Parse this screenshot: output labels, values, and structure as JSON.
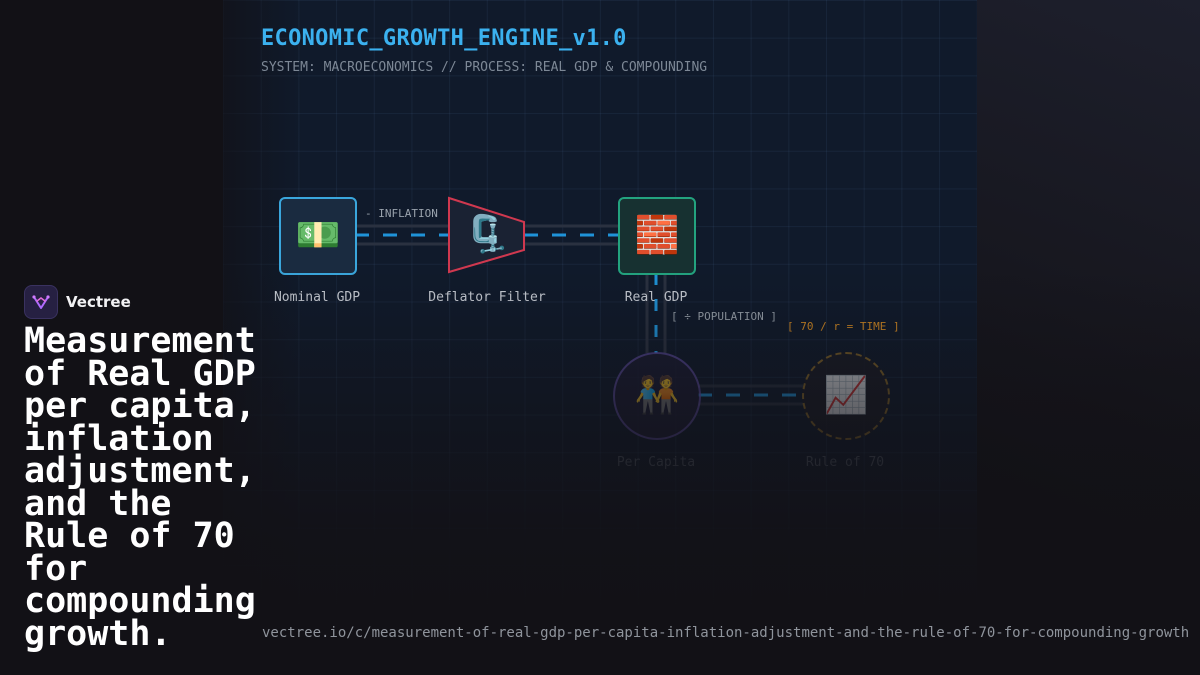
{
  "header": {
    "title": "ECONOMIC_GROWTH_ENGINE_v1.0",
    "subtitle": "SYSTEM: MACROECONOMICS // PROCESS: REAL GDP & COMPOUNDING"
  },
  "diagram": {
    "nodes": [
      {
        "id": "nominal",
        "label": "Nominal GDP",
        "icon": "money-icon",
        "glyph": "💵"
      },
      {
        "id": "deflator",
        "label": "Deflator Filter",
        "icon": "clamp-icon",
        "glyph": "🗜️"
      },
      {
        "id": "real",
        "label": "Real GDP",
        "icon": "bricks-icon",
        "glyph": "🧱"
      },
      {
        "id": "percap",
        "label": "Per Capita",
        "icon": "people-icon",
        "glyph": "🧑‍🤝‍🧑"
      },
      {
        "id": "rule70",
        "label": "Rule of 70",
        "icon": "chart-up-icon",
        "glyph": "📈"
      }
    ],
    "edges": [
      {
        "from": "nominal",
        "to": "deflator",
        "label": "- INFLATION"
      },
      {
        "from": "deflator",
        "to": "real",
        "label": ""
      },
      {
        "from": "real",
        "to": "percap",
        "label": "[ ÷ POPULATION ]"
      },
      {
        "from": "percap",
        "to": "rule70",
        "label": "[ 70 / r = TIME ]"
      }
    ]
  },
  "brand": {
    "name": "Vectree",
    "logo_icon": "vectree-logo-icon"
  },
  "headline": "Measurement of Real GDP per capita, inflation adjustment, and the Rule of 70 for compounding growth.",
  "url": "vectree.io/c/measurement-of-real-gdp-per-capita-inflation-adjustment-and-the-rule-of-70-for-compounding-growth",
  "colors": {
    "title": "#3bb1ef",
    "nominal_border": "#3aa6dc",
    "deflator_border": "#d0384f",
    "real_border": "#23a37f",
    "percap_border": "#5b4a9c",
    "rule70_border": "#9a7428",
    "rule70_label": "#d38a24",
    "flow": "#1f93d8",
    "background": "#121116"
  }
}
